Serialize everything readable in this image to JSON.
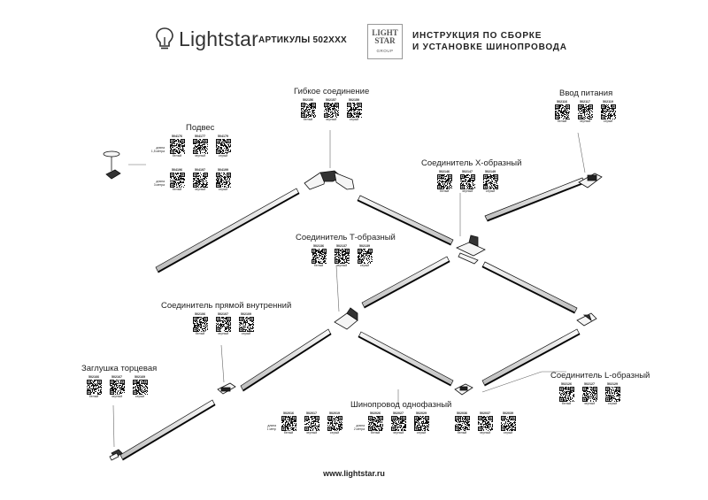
{
  "header": {
    "brand": "Lightstar",
    "articles": "АРТИКУЛЫ 502XXX",
    "seal_lines": [
      "LIGHT",
      "STAR",
      "GROUP"
    ],
    "instruction_line1": "ИНСТРУКЦИЯ ПО СБОРКЕ",
    "instruction_line2": "И УСТАНОВКЕ ШИНОПРОВОДА"
  },
  "colors_label": [
    "белый",
    "черный",
    "серый"
  ],
  "groups": [
    {
      "id": "flex",
      "title": "Гибкое соединение",
      "codes": [
        "502156",
        "502157",
        "502159"
      ]
    },
    {
      "id": "power",
      "title": "Ввод питания",
      "codes": [
        "502116",
        "502117",
        "502119"
      ]
    },
    {
      "id": "suspension",
      "title": "Подвес",
      "rows": [
        {
          "note": [
            "длина",
            "1,5 метра"
          ],
          "codes": [
            "504176",
            "504177",
            "504179"
          ]
        },
        {
          "note": [
            "длина",
            "3 метра"
          ],
          "codes": [
            "504196",
            "504197",
            "504199"
          ]
        }
      ]
    },
    {
      "id": "x",
      "title": "Соединитель X-образный",
      "codes": [
        "502146",
        "502147",
        "502149"
      ]
    },
    {
      "id": "t",
      "title": "Соединитель Т-образный",
      "codes": [
        "502136",
        "502137",
        "502139"
      ]
    },
    {
      "id": "straight",
      "title": "Соединитель прямой внутренний",
      "codes": [
        "502106",
        "502107",
        "502109"
      ]
    },
    {
      "id": "endcap",
      "title": "Заглушка торцевая",
      "codes": [
        "502166",
        "502167",
        "502169"
      ]
    },
    {
      "id": "l",
      "title": "Соединитель L-образный",
      "codes": [
        "502126",
        "502127",
        "502129"
      ]
    },
    {
      "id": "track",
      "title": "Шинопровод однофазный",
      "rows": [
        {
          "note": [
            "длина",
            "1 метр"
          ],
          "codes": [
            "502016",
            "502017",
            "502019"
          ]
        },
        {
          "note": [
            "длина",
            "2 метра"
          ],
          "codes": [
            "502026",
            "502027",
            "502029"
          ]
        },
        {
          "note": [],
          "codes": [
            "502036",
            "502037",
            "502039"
          ]
        }
      ]
    }
  ],
  "footer": "www.lightstar.ru"
}
